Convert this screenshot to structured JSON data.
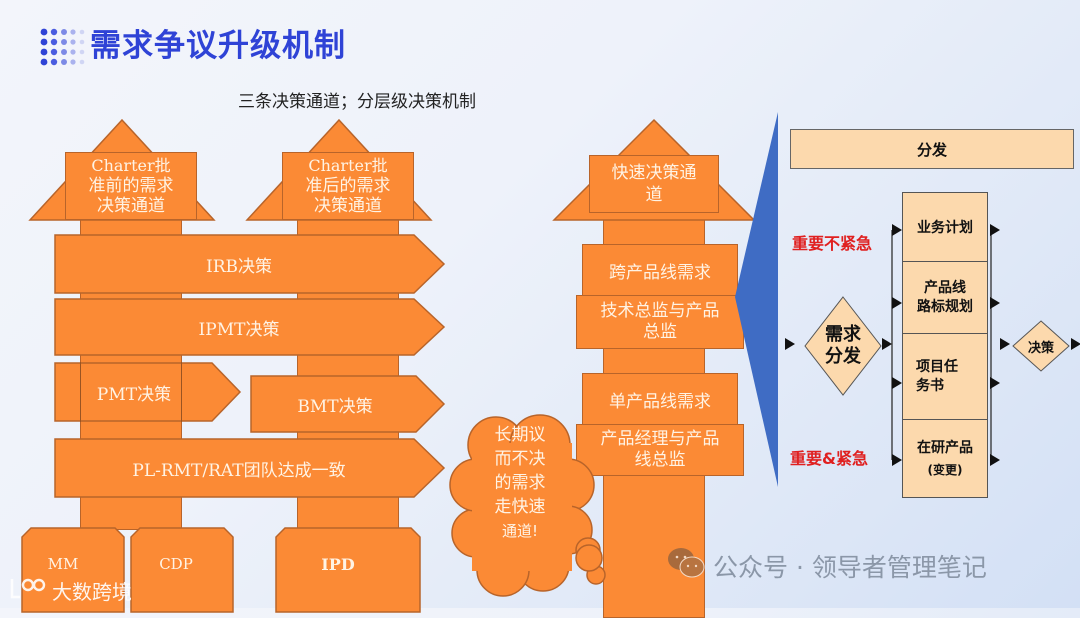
{
  "header": {
    "title": "需求争议升级机制",
    "subtitle": "三条决策通道；分层级决策机制",
    "logo_icon": "dot-grid-icon"
  },
  "colors": {
    "orange": "#fb8a35",
    "orange_border": "#b8642a",
    "title_blue": "#2f43d6",
    "triangle_blue": "#3f6cc4",
    "box_beige": "#fcd9ad",
    "urgent_red": "#e02020"
  },
  "left_diagram": {
    "channels": [
      {
        "label": "Charter批准前的需求决策通道",
        "line1": "Charter批",
        "line2": "准前的需求",
        "line3": "决策通道"
      },
      {
        "label": "Charter批准后的需求决策通道",
        "line1": "Charter批",
        "line2": "准后的需求",
        "line3": "决策通道"
      }
    ],
    "layers": {
      "irb": "IRB决策",
      "ipmt": "IPMT决策",
      "pmt": "PMT决策",
      "bmt": "BMT决策",
      "pl_rmt": "PL-RMT/RAT团队达成一致"
    },
    "sources": [
      "MM",
      "CDP",
      "IPD"
    ]
  },
  "fast_channel": {
    "title_line1": "快速决策通",
    "title_line2": "道",
    "cross_line": "跨产品线需求",
    "cross_owner_line1": "技术总监与产品",
    "cross_owner_line2": "总监",
    "single_line": "单产品线需求",
    "single_owner_line1": "产品经理与产品",
    "single_owner_line2": "线总监",
    "cloud": [
      "长期议",
      "而不决",
      "的需求",
      "走快速",
      "通道!"
    ]
  },
  "right_flow": {
    "header": "分发",
    "dispatch_line1": "需求",
    "dispatch_line2": "分发",
    "decision": "决策",
    "important_not_urgent": "重要不紧急",
    "important_urgent": "重要&紧急",
    "items": [
      {
        "line1": "业务计划",
        "line2": ""
      },
      {
        "line1": "产品线",
        "line2": "路标规划"
      },
      {
        "line1": "项目任",
        "line2": "务书"
      },
      {
        "line1": "在研产品",
        "line2": "(变更)"
      }
    ]
  },
  "watermarks": {
    "wechat": "公众号 · 领导者管理笔记",
    "wechat_icon": "wechat-icon",
    "brand": "大数跨境",
    "brand_icon": "brand-logo-icon"
  }
}
